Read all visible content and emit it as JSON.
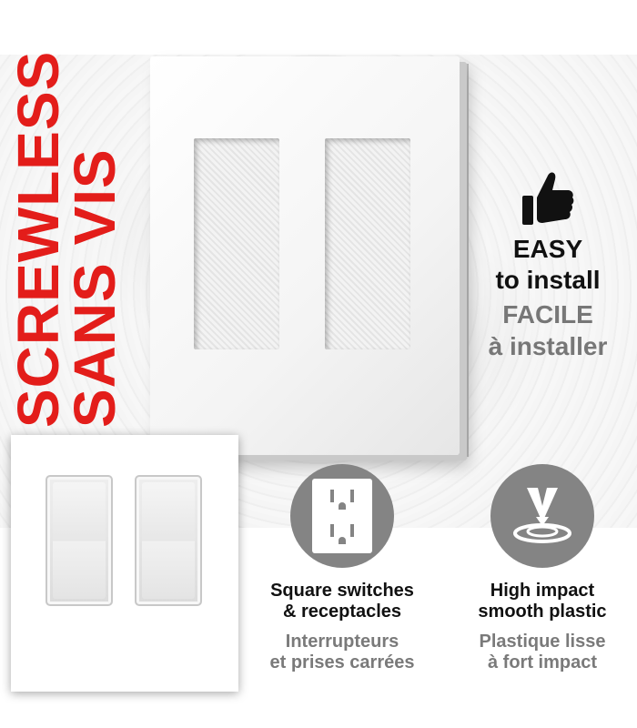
{
  "vertical_title": {
    "line1": "SCREWLESS",
    "line2": "SANS VIS",
    "color": "#e31d1a"
  },
  "easy_install": {
    "icon": "thumbs-up-icon",
    "en_line1": "EASY",
    "en_line2": "to install",
    "fr_line1": "FACILE",
    "fr_line2": "à installer"
  },
  "feature_square": {
    "icon": "outlet-icon",
    "en_line1": "Square switches",
    "en_line2": "& receptacles",
    "fr_line1": "Interrupteurs",
    "fr_line2": "et prises carrées"
  },
  "feature_impact": {
    "icon": "impact-icon",
    "en_line1": "High impact",
    "en_line2": "smooth plastic",
    "fr_line1": "Plastique lisse",
    "fr_line2": "à fort impact"
  },
  "colors": {
    "accent_red": "#e31d1a",
    "icon_gray": "#848484",
    "text_dark": "#111111",
    "text_gray": "#777777"
  }
}
